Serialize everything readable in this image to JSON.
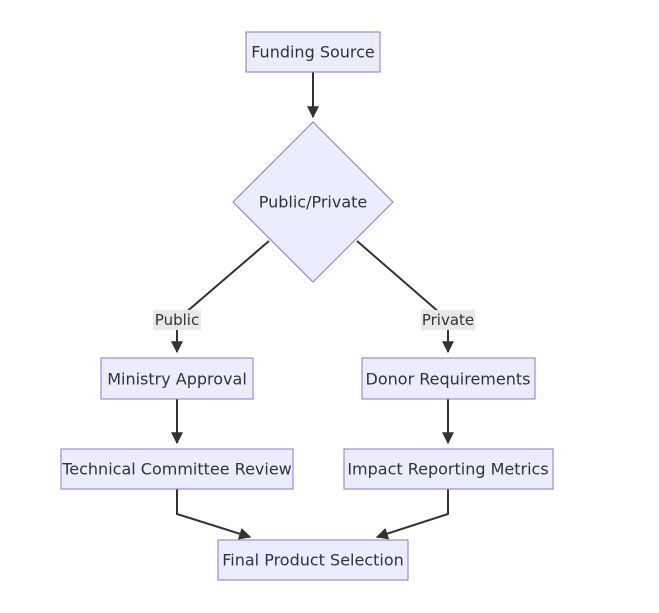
{
  "nodes": {
    "funding_source": "Funding Source",
    "public_private": "Public/Private",
    "ministry_approval": "Ministry Approval",
    "donor_requirements": "Donor Requirements",
    "technical_committee_review": "Technical Committee Review",
    "impact_reporting_metrics": "Impact Reporting Metrics",
    "final_product_selection": "Final Product Selection"
  },
  "edges": {
    "public_label": "Public",
    "private_label": "Private"
  },
  "colors": {
    "node_fill": "#ECECFF",
    "node_stroke": "#9370DB",
    "edge": "#333333",
    "edge_label_bg": "#e8e8e8"
  }
}
